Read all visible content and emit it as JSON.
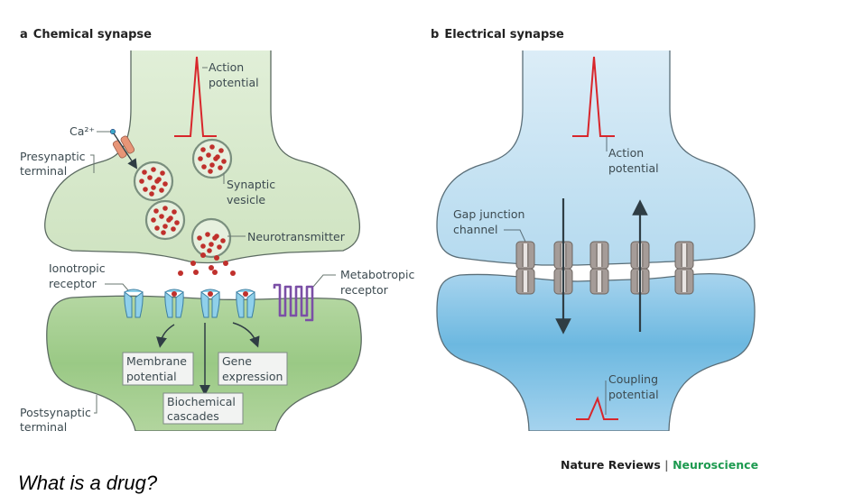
{
  "panels": {
    "a": {
      "letter": "a",
      "title": "Chemical synapse",
      "labels": {
        "action_potential_1": "Action",
        "action_potential_2": "potential",
        "calcium": "Ca²⁺",
        "presynaptic_1": "Presynaptic",
        "presynaptic_2": "terminal",
        "synaptic_vesicle_1": "Synaptic",
        "synaptic_vesicle_2": "vesicle",
        "neurotransmitter": "Neurotransmitter",
        "ionotropic_1": "Ionotropic",
        "ionotropic_2": "receptor",
        "metabotropic_1": "Metabotropic",
        "metabotropic_2": "receptor",
        "postsynaptic_1": "Postsynaptic",
        "postsynaptic_2": "terminal"
      },
      "boxes": {
        "membrane_1": "Membrane",
        "membrane_2": "potential",
        "gene_1": "Gene",
        "gene_2": "expression",
        "biochem_1": "Biochemical",
        "biochem_2": "cascades"
      }
    },
    "b": {
      "letter": "b",
      "title": "Electrical synapse",
      "labels": {
        "action_potential_1": "Action",
        "action_potential_2": "potential",
        "gap_junction_1": "Gap junction",
        "gap_junction_2": "channel",
        "coupling_1": "Coupling",
        "coupling_2": "potential"
      }
    }
  },
  "credit": {
    "journal": "Nature Reviews",
    "separator": "|",
    "section": "Neuroscience"
  },
  "caption": "What is a drug?",
  "colors": {
    "presynaptic_green": "#dbeccf",
    "postsynaptic_green": "#a9cf94",
    "pre_blue": "#cfe6f4",
    "post_blue": "#7fc0e3",
    "spike_red": "#d8262b",
    "vesicle_dot": "#c0302c",
    "receptor_blue": "#8fd0ea",
    "metabotropic_purple": "#7b4fa6",
    "channel_grey": "#a59c98",
    "credit_green": "#1d9a50"
  }
}
